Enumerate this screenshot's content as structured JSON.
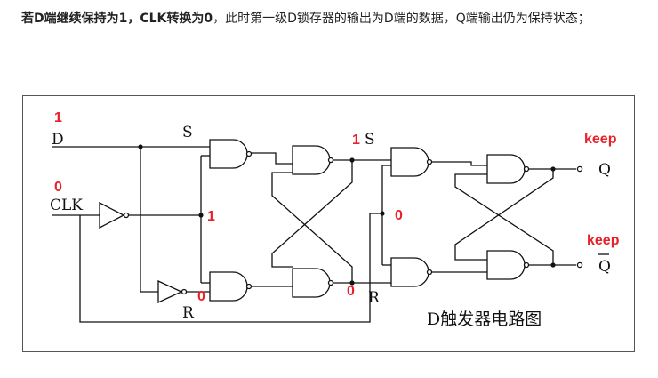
{
  "paragraph": {
    "bold_1": "若D端继续保持为1，CLK转换为0",
    "text_1": "，此时第一级D锁存器的输出为D端的数据，Q端输出仍为保持状态；"
  },
  "diagram": {
    "labels": {
      "D": "D",
      "CLK": "CLK",
      "S1": "S",
      "R1": "R",
      "S2": "S",
      "R2": "R",
      "Q": "Q",
      "Qbar": "Q"
    },
    "annotations": {
      "d_value": "1",
      "clk_value": "0",
      "gate_s_in": "1",
      "gate_r_in": "0",
      "s_out": "1",
      "r_out": "0",
      "second_in": "0",
      "keep_q": "keep",
      "keep_qbar": "keep"
    },
    "caption": "D触发器电路图",
    "colors": {
      "annotation": "#e8202a",
      "wire": "#111111"
    }
  }
}
